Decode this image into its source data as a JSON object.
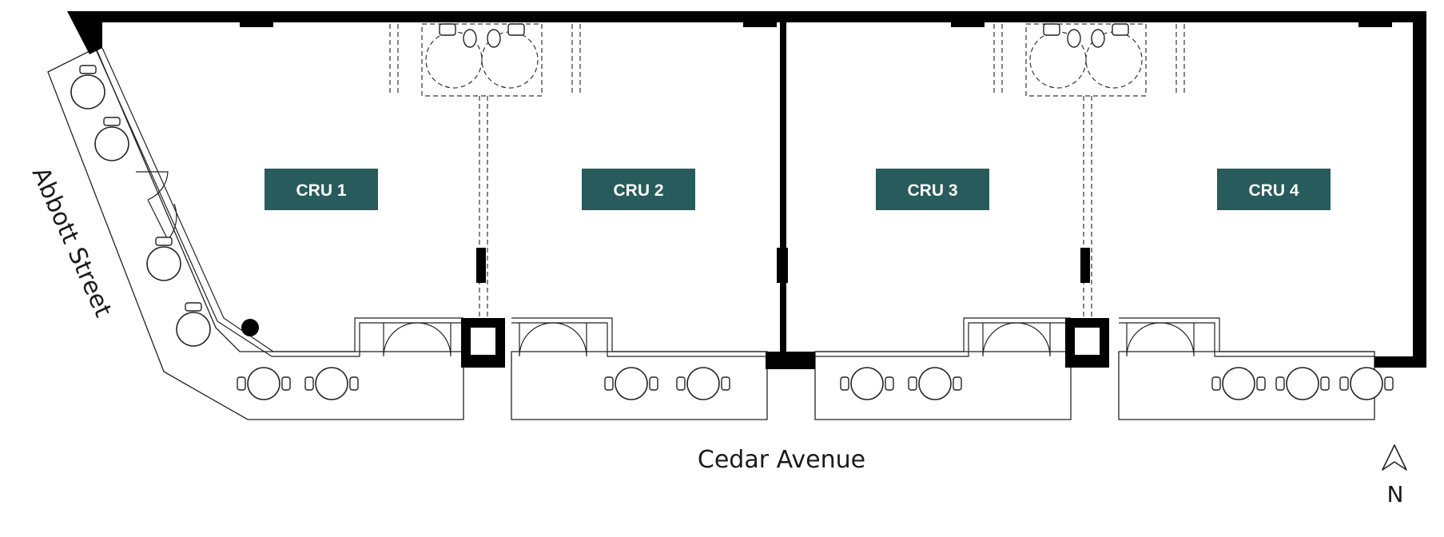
{
  "plan": {
    "units": [
      {
        "label": "CRU 1"
      },
      {
        "label": "CRU 2"
      },
      {
        "label": "CRU 3"
      },
      {
        "label": "CRU 4"
      }
    ],
    "streets": {
      "west": "Abbott Street",
      "south": "Cedar Avenue"
    },
    "north_arrow": {
      "label": "N"
    },
    "colors": {
      "unit_label_bg": "#285b5b",
      "wall": "#000000",
      "line": "#1a1a1a"
    }
  }
}
